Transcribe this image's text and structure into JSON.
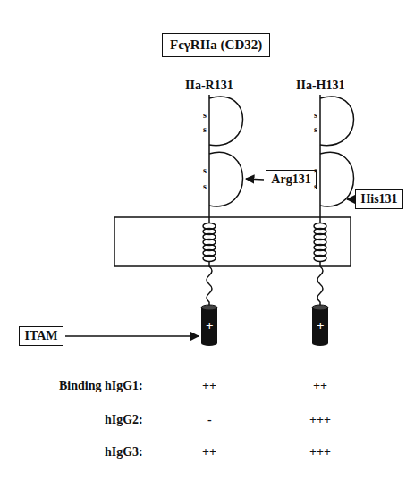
{
  "diagram": {
    "title": "FcγRIIa (CD32)",
    "nodes": [
      {
        "text": [
          "Arg131"
        ]
      },
      {
        "text": [
          "His131"
        ]
      },
      {
        "text": [
          "ITAM"
        ]
      }
    ],
    "labels": [
      "IIa-R131",
      "IIa-H131",
      "s",
      "s",
      "s",
      "s",
      "s",
      "s",
      "s",
      "s",
      "+",
      "+",
      "Binding hIgG1:",
      "++",
      "++",
      "hIgG2:",
      "-",
      "+++",
      "hIgG3:",
      "++",
      "+++"
    ]
  }
}
